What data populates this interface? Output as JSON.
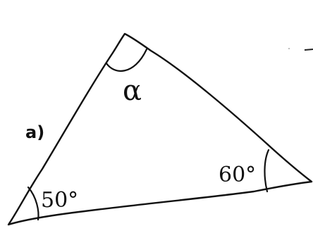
{
  "part_label": "a)",
  "angles": {
    "top": "α",
    "bottom_left": "50°",
    "right": "60°"
  },
  "colors": {
    "ink": "#111111",
    "background": "#ffffff"
  }
}
